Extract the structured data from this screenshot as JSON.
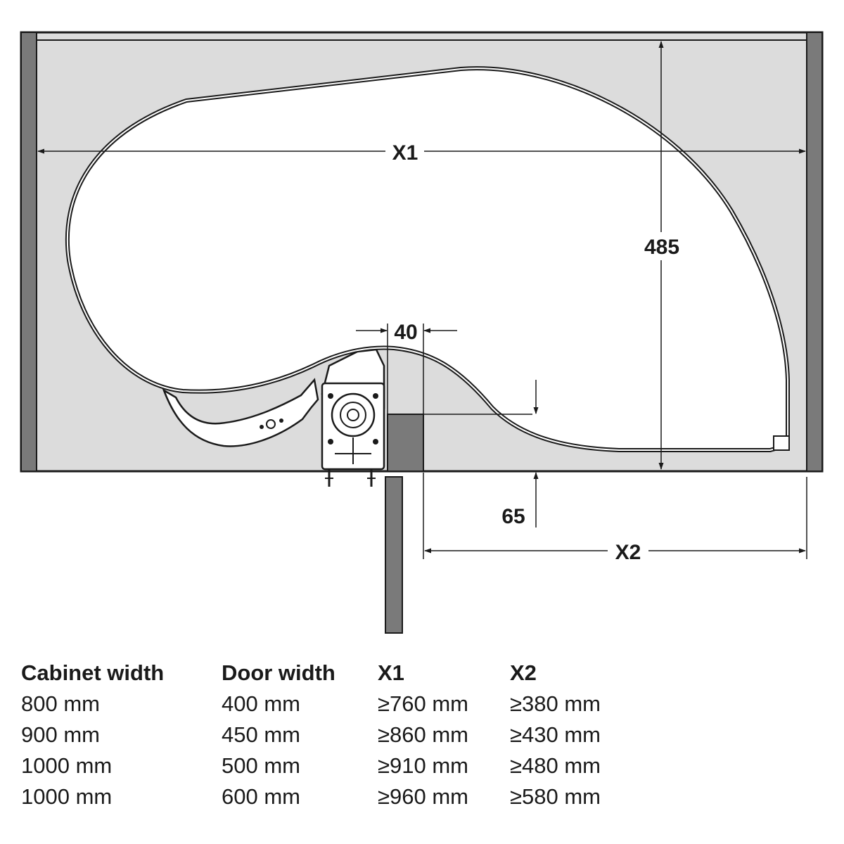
{
  "diagram": {
    "dimensions": {
      "x1": "X1",
      "x2": "X2",
      "depth": "485",
      "gap": "40",
      "offset": "65"
    },
    "colors": {
      "cabinet_interior": "#dcdcdc",
      "cabinet_side_panel": "#7a7a7a",
      "outline": "#1a1a1a",
      "shelf_fill": "#ffffff",
      "door_panel": "#7a7a7a"
    }
  },
  "table": {
    "headers": [
      "Cabinet width",
      "Door width",
      "X1",
      "X2"
    ],
    "rows": [
      [
        "800 mm",
        "400 mm",
        "≥760 mm",
        "≥380 mm"
      ],
      [
        "900 mm",
        "450 mm",
        "≥860 mm",
        "≥430 mm"
      ],
      [
        "1000 mm",
        "500 mm",
        "≥910 mm",
        "≥480 mm"
      ],
      [
        "1000 mm",
        "600 mm",
        "≥960 mm",
        "≥580 mm"
      ]
    ]
  }
}
